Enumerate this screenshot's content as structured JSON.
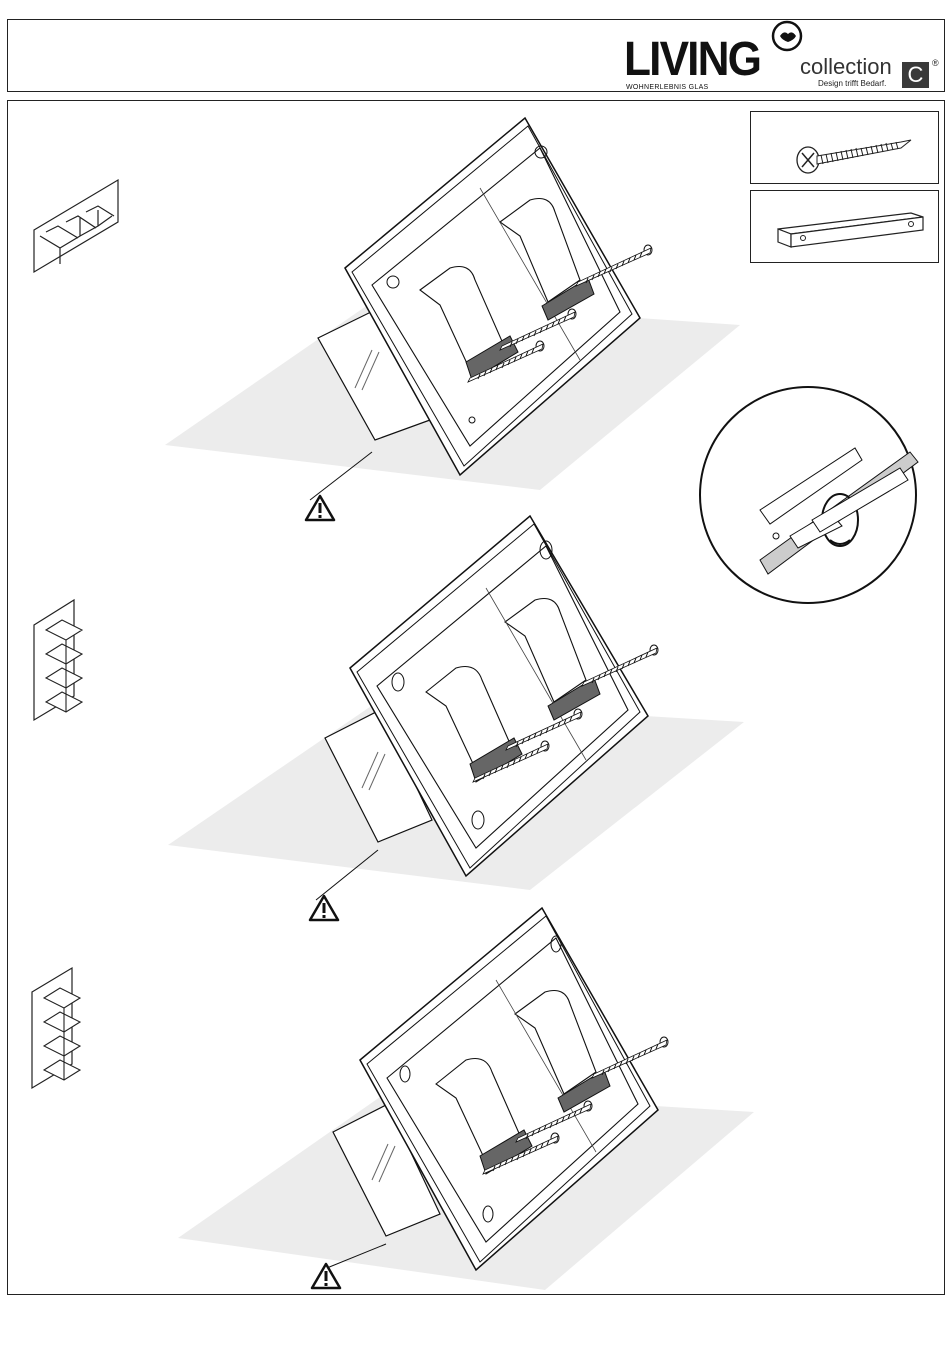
{
  "header": {
    "brand": "LIVING",
    "brand_sub": "WOHNERLEBNIS GLAS",
    "collection": "collection",
    "tagline": "Design trifft Bedarf.",
    "badge": "C",
    "registered": "®"
  },
  "parts": [
    {
      "icon": "screw-icon"
    },
    {
      "icon": "wooden-strip-icon"
    }
  ],
  "steps": [
    {
      "preview_icon": "horizontal-shelf-icon",
      "warning_icon": "warning-icon"
    },
    {
      "preview_icon": "vertical-shelf-icon",
      "warning_icon": "warning-icon"
    },
    {
      "preview_icon": "vertical-shelf-icon",
      "warning_icon": "warning-icon"
    }
  ],
  "detail": {
    "icon": "screwdriver-detail-icon"
  }
}
